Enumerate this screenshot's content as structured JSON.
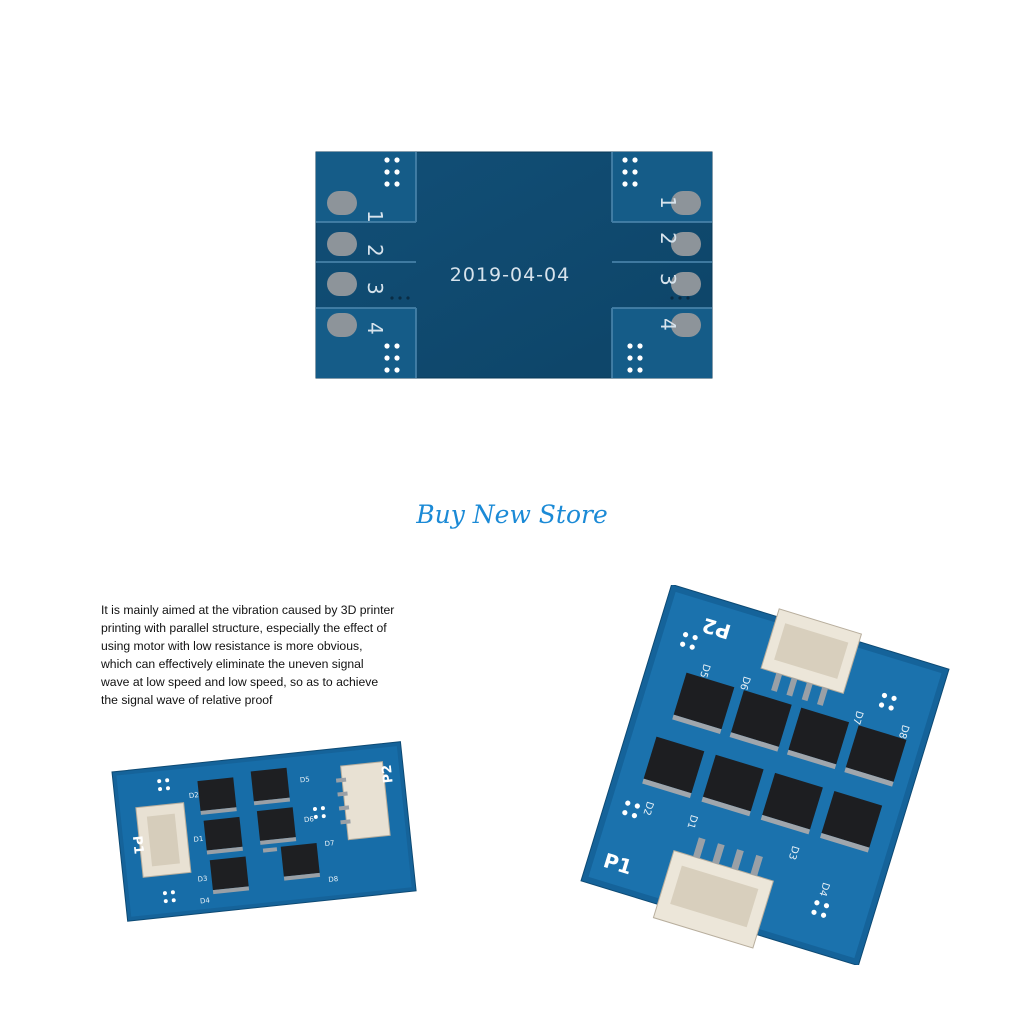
{
  "store": {
    "title": "Buy New Store"
  },
  "description": {
    "lines": [
      "It is mainly aimed at the vibration caused by 3D printer",
      "printing with parallel structure, especially the effect of",
      "using motor with low resistance is more obvious,",
      "which can effectively eliminate the uneven signal",
      "wave at low speed and low speed, so as to achieve",
      "the signal wave of relative proof"
    ]
  },
  "board_back": {
    "date": "2019-04-04",
    "pad_numbers": [
      "1",
      "2",
      "3",
      "4"
    ]
  },
  "board_front": {
    "connectors": [
      "P1",
      "P2"
    ],
    "diodes": [
      "D1",
      "D2",
      "D3",
      "D4",
      "D5",
      "D6",
      "D7",
      "D8"
    ]
  },
  "colors": {
    "pcb_blue": "#0f4f78",
    "pcb_light": "#1a6fa6",
    "connector": "#eae3d6",
    "title_blue": "#1b8ad6"
  }
}
